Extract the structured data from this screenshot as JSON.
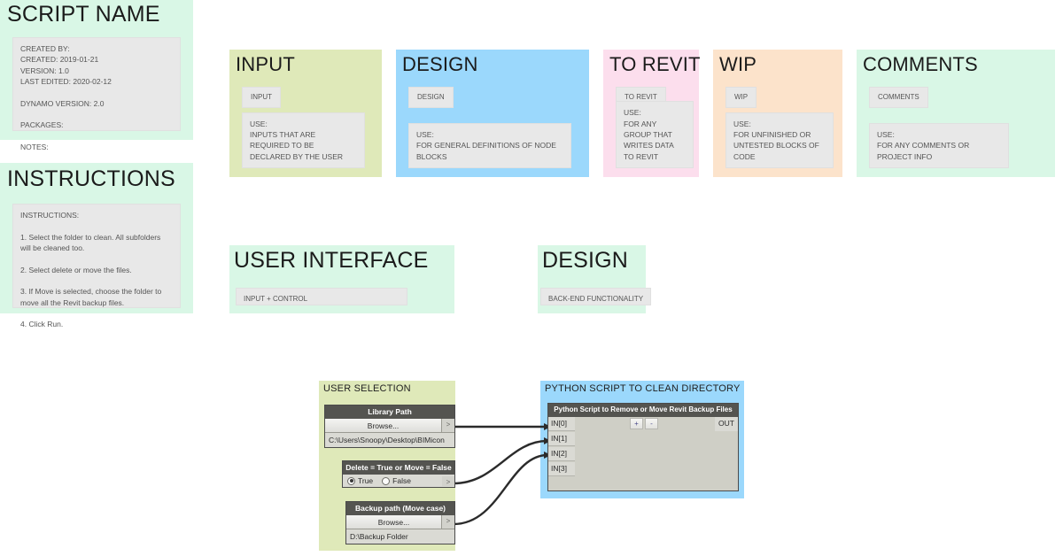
{
  "header_panels": {
    "script_name": {
      "title": "SCRIPT NAME",
      "note": "CREATED BY:\nCREATED: 2019-01-21\nVERSION: 1.0\nLAST EDITED: 2020-02-12\n\nDYNAMO VERSION: 2.0\n\nPACKAGES:\n\nNOTES:"
    },
    "instructions": {
      "title": "INSTRUCTIONS",
      "note": "INSTRUCTIONS:\n\n1. Select the folder to clean. All subfolders will be cleaned too.\n\n2. Select delete or move the files.\n\n3. If Move is selected, choose the folder to move all the Revit backup files.\n\n4. Click Run."
    }
  },
  "legend": {
    "input": {
      "title": "INPUT",
      "chip": "INPUT",
      "use": "USE:\nINPUTS THAT ARE REQUIRED TO BE DECLARED BY THE USER",
      "color": "#dfe9b9"
    },
    "design": {
      "title": "DESIGN",
      "chip": "DESIGN",
      "use": "USE:\nFOR GENERAL DEFINITIONS OF NODE BLOCKS",
      "color": "#9bd8fc"
    },
    "to_revit": {
      "title": "TO REVIT",
      "chip": "TO REVIT",
      "use": "USE:\nFOR ANY GROUP THAT WRITES DATA TO REVIT",
      "color": "#fcdeed"
    },
    "wip": {
      "title": "WIP",
      "chip": "WIP",
      "use": "USE:\nFOR UNFINISHED OR UNTESTED BLOCKS OF CODE",
      "color": "#fce3cb"
    },
    "comments": {
      "title": "COMMENTS",
      "chip": "COMMENTS",
      "use": "USE:\nFOR ANY COMMENTS OR PROJECT INFO",
      "color": "#d9f7e6"
    }
  },
  "sections": {
    "user_interface": {
      "title": "USER INTERFACE",
      "chip": "INPUT + CONTROL"
    },
    "design": {
      "title": "DESIGN",
      "chip": "BACK-END FUNCTIONALITY"
    }
  },
  "graph": {
    "user_selection_group": {
      "title": "USER SELECTION",
      "color": "#dfe9b9",
      "nodes": {
        "library_path": {
          "header": "Library Path",
          "browse_label": "Browse...",
          "port_label": ">",
          "value": "C:\\Users\\Snoopy\\Desktop\\BIMicon"
        },
        "delete_or_move": {
          "header": "Delete = True or Move = False",
          "port_label": ">",
          "options": [
            {
              "label": "True",
              "checked": true
            },
            {
              "label": "False",
              "checked": false
            }
          ]
        },
        "backup_path": {
          "header": "Backup path (Move case)",
          "browse_label": "Browse...",
          "port_label": ">",
          "value": "D:\\Backup Folder"
        }
      }
    },
    "python_group": {
      "title": "PYTHON SCRIPT TO CLEAN DIRECTORY",
      "color": "#9bd8fc",
      "node": {
        "header": "Python Script to Remove or Move Revit Backup Files",
        "inputs": [
          "IN[0]",
          "IN[1]",
          "IN[2]",
          "IN[3]"
        ],
        "output": "OUT",
        "add_button": "+",
        "remove_button": "-"
      }
    }
  }
}
